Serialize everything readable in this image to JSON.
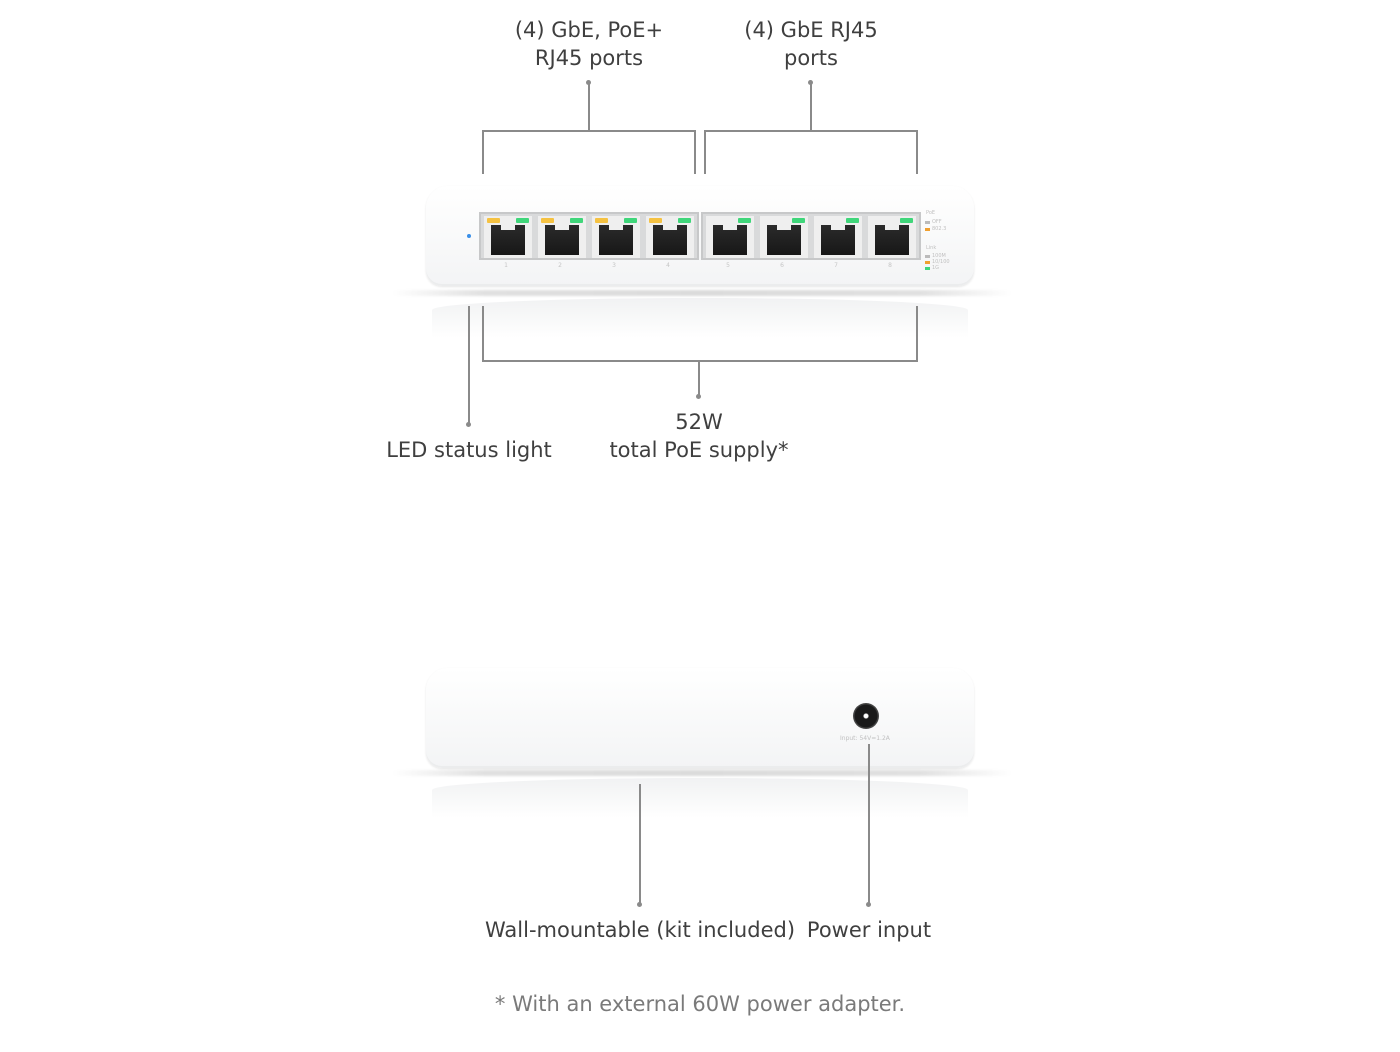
{
  "front_view": {
    "poe_ports_label": [
      "(4) GbE, PoE+",
      "RJ45 ports"
    ],
    "gbe_ports_label": [
      "(4) GbE RJ45",
      "ports"
    ],
    "led_label": "LED status light",
    "poe_supply_label": [
      "52W",
      "total PoE supply*"
    ],
    "port_numbers": [
      "1",
      "2",
      "3",
      "4",
      "5",
      "6",
      "7",
      "8"
    ],
    "legend": [
      "PoE",
      "OFF",
      "802.3",
      "Link",
      "100M",
      "10/100",
      "1G"
    ]
  },
  "rear_view": {
    "wall_mount_label": "Wall-mountable (kit included)",
    "power_label": "Power input",
    "power_marking": "Input: 54V=1.2A"
  },
  "footnote": "* With an external 60W power adapter.",
  "colors": {
    "led_poe": "#f5c242",
    "led_link": "#3fd67a",
    "status_led": "#3a8fe8"
  }
}
